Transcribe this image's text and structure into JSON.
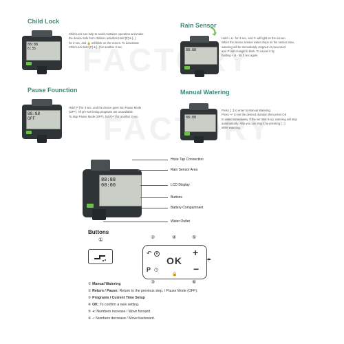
{
  "watermark": "FACTORY",
  "sections": {
    "child_lock": {
      "title": "Child Lock",
      "lines": [
        "Child Lock can help to avoid mistaken operation and make",
        "the device safe from children activities.Hold [P] & [−]",
        "for 3 sec, and 🔒 will blink on the screen. To deactivate",
        "Child Lock,hold [P] & [−] for another 3 sec."
      ]
    },
    "rain_sensor": {
      "title": "Rain Sensor",
      "lines": [
        "Hold + & - for 3 sec, and ☂ will light on the screen.",
        "When the device senses water drops on the sensor area,",
        "watering will be immediately stopped or prevented",
        "and ☂ will change to blink. To cancel it by",
        "holding + & - for 3 sec again."
      ]
    },
    "pause_function": {
      "title": "Pause Founction",
      "lines": [
        "Hold [↶] for 3 sec. and the device goes into Pause Mode",
        "(OFF). All pre-set timing programs are unavailable.",
        "To stop Pause Mode (OFF), hold [↶] for another 3 sec."
      ]
    },
    "manual_watering": {
      "title": "Manual Watering",
      "lines": [
        "Press [⬚] to enter to Manual Watering.",
        "Press +/- to set the desired duration then press OK",
        "to water immediately. If the set time is up, watering will stop",
        "automatically. Also you can stop it by pressing [⬚]",
        "while watering."
      ]
    }
  },
  "lcd": {
    "time1": "6:35",
    "time2": "00:00",
    "off": "OFF",
    "digits": "88:88"
  },
  "parts": [
    "Hose Tap Connection",
    "Rain Sensor Area",
    "LCD Display",
    "Buttons",
    "Battery Compartment",
    "Water Outlet"
  ],
  "buttons_title": "Buttons",
  "keypad": {
    "ok": "OK",
    "plus": "+",
    "minus": "−",
    "p": "P",
    "pause": "↶"
  },
  "numbers": [
    "①",
    "②",
    "③",
    "④",
    "⑤",
    "⑥"
  ],
  "legend": [
    {
      "num": "①",
      "bold": "Manual Watering",
      "text": ""
    },
    {
      "num": "②",
      "bold": "Return / Pause:",
      "text": " Return to the previous step. / Pause Mode (OFF)."
    },
    {
      "num": "③",
      "bold": "Programs / Current Time Setup",
      "text": ""
    },
    {
      "num": "④",
      "bold": "OK:",
      "text": " To confirm a new setting."
    },
    {
      "num": "⑤",
      "bold": "+:",
      "text": " Numbers increase / Move forward."
    },
    {
      "num": "⑥",
      "bold": "-:",
      "text": " Numbers decrease / Move backward."
    }
  ]
}
